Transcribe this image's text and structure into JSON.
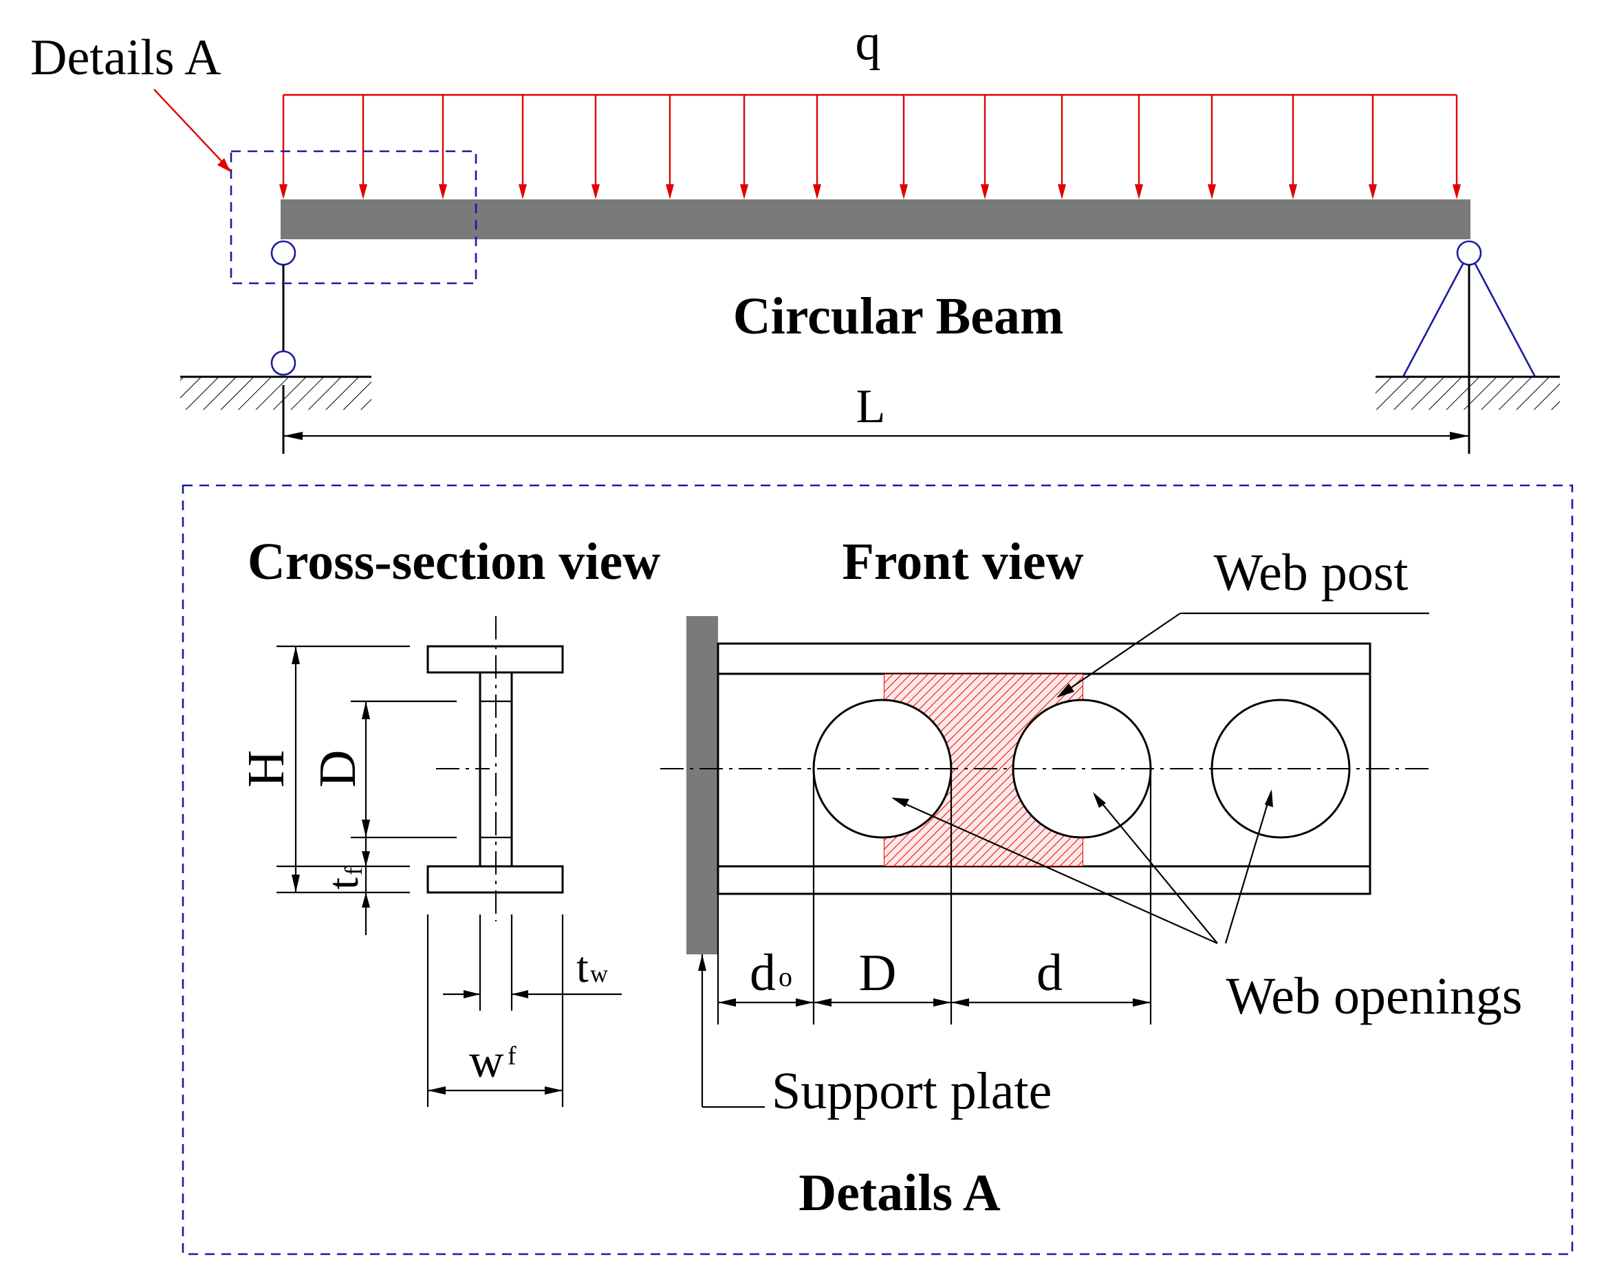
{
  "labels": {
    "details_a_top": "Details A",
    "load": "q",
    "beam": "Circular Beam",
    "span": "L",
    "cross_section": "Cross-section view",
    "front_view": "Front view",
    "web_post": "Web post",
    "web_openings": "Web openings",
    "support_plate": "Support plate",
    "details_a_bottom": "Details A"
  },
  "dims": {
    "H": "H",
    "D_vertical": "D",
    "tf_base": "t",
    "tf_sub": "f",
    "tw_base": "t",
    "tw_sub": "w",
    "wf_base": "w",
    "wf_sub": "f",
    "do_base": "d",
    "do_sub": "o",
    "D_horizontal": "D",
    "d": "d"
  },
  "colors": {
    "load_arrows": "#e00000",
    "outline_dashes": "#1a1aa0",
    "beam": "#7a7a7a",
    "web_post_hatch": "#e00000"
  }
}
